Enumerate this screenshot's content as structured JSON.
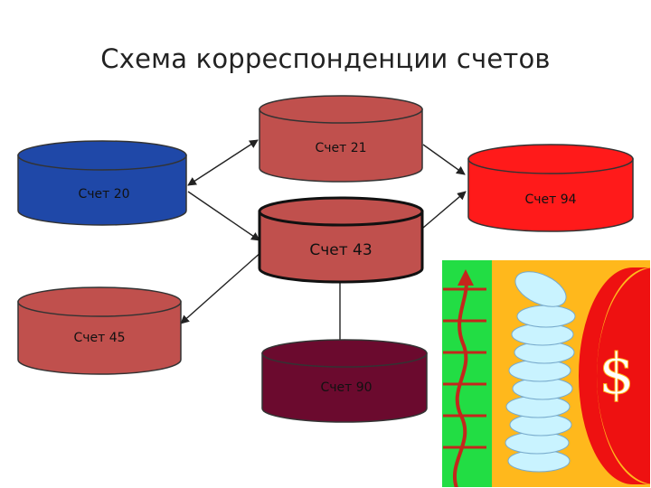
{
  "slide": {
    "title": "Схема корреспонденции счетов"
  },
  "nodes": {
    "schet20": {
      "label": "Счет 20",
      "color": "#1f48a8"
    },
    "schet21": {
      "label": "Счет 21",
      "color": "#c0504d"
    },
    "schet94": {
      "label": "Счет 94",
      "color": "#ff1a1a"
    },
    "schet43": {
      "label": "Счет 43",
      "color": "#c0504d"
    },
    "schet45": {
      "label": "Счет 45",
      "color": "#c0504d"
    },
    "schet90": {
      "label": "Счет 90",
      "color": "#6b0a2e"
    }
  },
  "clipart": {
    "currency_symbol": "$",
    "colors": {
      "background": "#ffb81c",
      "stripe": "#22dd44",
      "circle": "#ee1111",
      "coins": "#c9f3ff"
    }
  }
}
